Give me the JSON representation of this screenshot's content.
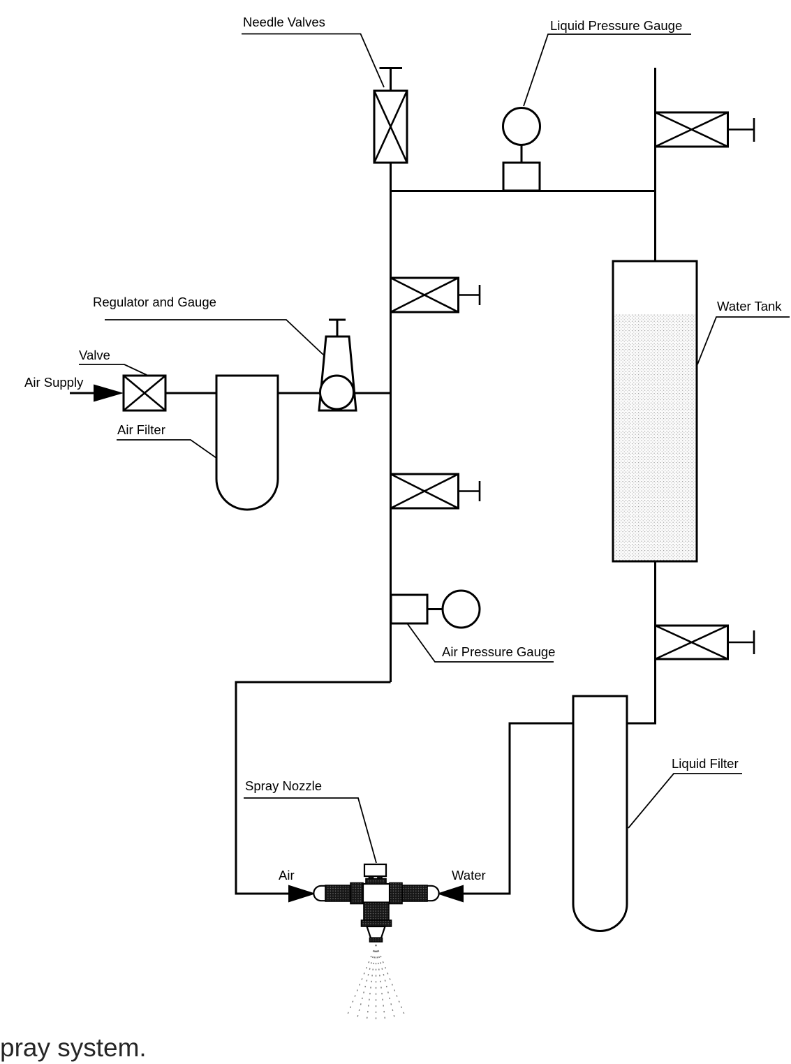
{
  "diagram": {
    "labels": {
      "needle_valves": "Needle Valves",
      "liquid_pressure_gauge": "Liquid Pressure Gauge",
      "regulator_and_gauge": "Regulator and Gauge",
      "valve": "Valve",
      "air_supply": "Air Supply",
      "air_filter": "Air Filter",
      "water_tank": "Water Tank",
      "air_pressure_gauge": "Air Pressure Gauge",
      "liquid_filter": "Liquid Filter",
      "spray_nozzle": "Spray Nozzle",
      "air": "Air",
      "water": "Water"
    },
    "caption": "pray system.",
    "colors": {
      "line": "#000000",
      "background": "#ffffff",
      "caption_text": "#262626",
      "tank_fill_dot": "#9a9a9a",
      "nozzle_body": "#161616",
      "nozzle_dot": "#6f6f6f",
      "spray": "#7a7a7a"
    }
  }
}
